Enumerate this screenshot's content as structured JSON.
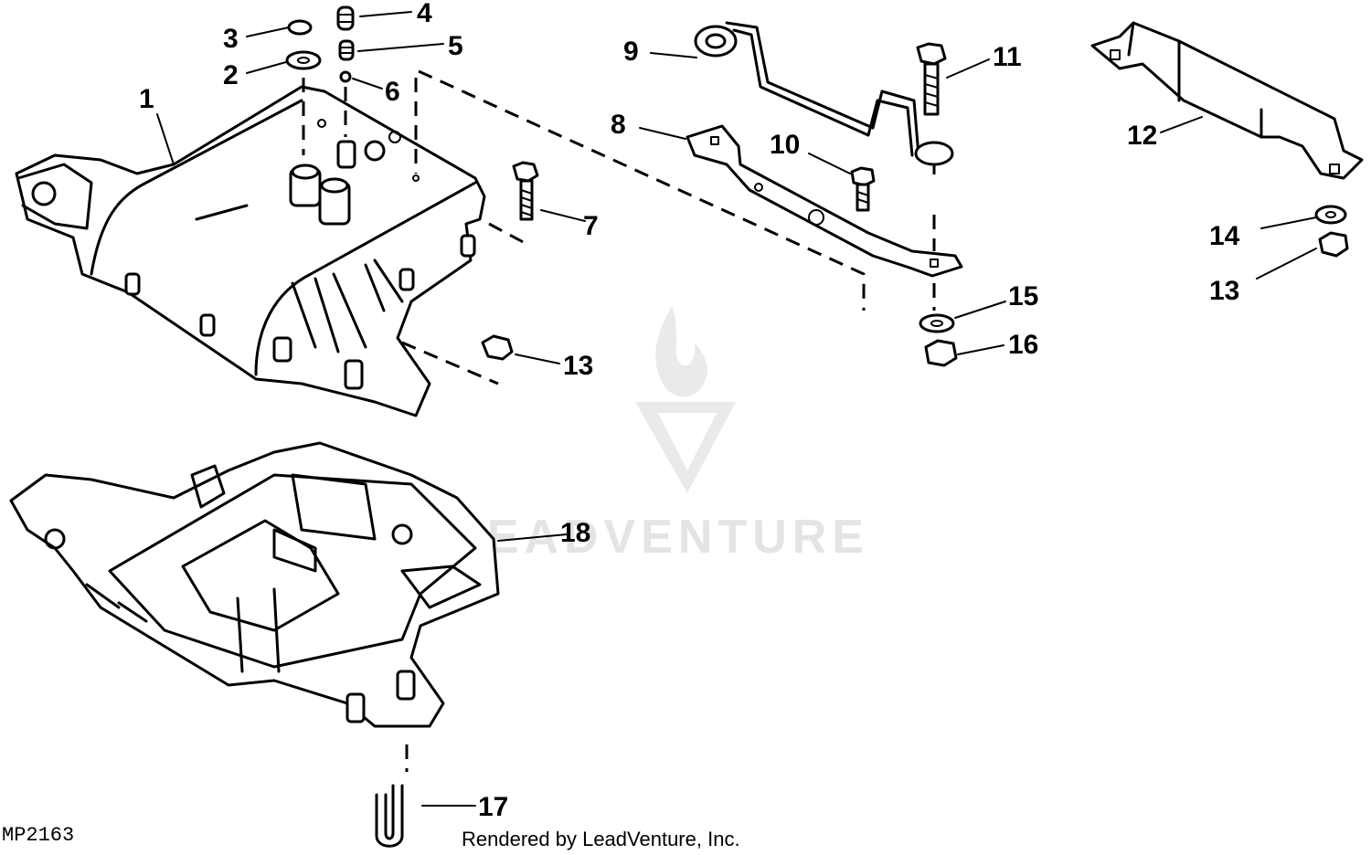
{
  "callouts": [
    {
      "id": "1",
      "text": "1"
    },
    {
      "id": "2",
      "text": "2"
    },
    {
      "id": "3",
      "text": "3"
    },
    {
      "id": "4",
      "text": "4"
    },
    {
      "id": "5",
      "text": "5"
    },
    {
      "id": "6",
      "text": "6"
    },
    {
      "id": "7",
      "text": "7"
    },
    {
      "id": "8",
      "text": "8"
    },
    {
      "id": "9",
      "text": "9"
    },
    {
      "id": "10",
      "text": "10"
    },
    {
      "id": "11",
      "text": "11"
    },
    {
      "id": "12",
      "text": "12"
    },
    {
      "id": "13a",
      "text": "13"
    },
    {
      "id": "13b",
      "text": "13"
    },
    {
      "id": "14",
      "text": "14"
    },
    {
      "id": "15",
      "text": "15"
    },
    {
      "id": "16",
      "text": "16"
    },
    {
      "id": "17",
      "text": "17"
    },
    {
      "id": "18",
      "text": "18"
    }
  ],
  "figure_code": "MP2163",
  "credit": "Rendered by LeadVenture, Inc.",
  "watermark": "LEADVENTURE"
}
